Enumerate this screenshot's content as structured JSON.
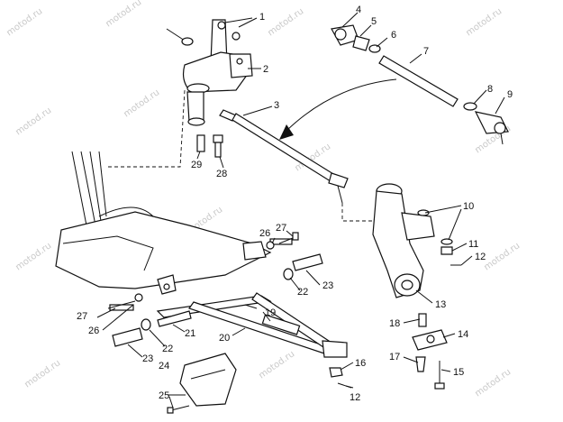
{
  "watermark": "motod.ru",
  "callouts": [
    {
      "id": "c1",
      "label": "1"
    },
    {
      "id": "c2",
      "label": "2"
    },
    {
      "id": "c3",
      "label": "3"
    },
    {
      "id": "c4",
      "label": "4"
    },
    {
      "id": "c5",
      "label": "5"
    },
    {
      "id": "c6",
      "label": "6"
    },
    {
      "id": "c7",
      "label": "7"
    },
    {
      "id": "c8",
      "label": "8"
    },
    {
      "id": "c9",
      "label": "9"
    },
    {
      "id": "c10",
      "label": "10"
    },
    {
      "id": "c11",
      "label": "11"
    },
    {
      "id": "c12a",
      "label": "12"
    },
    {
      "id": "c12b",
      "label": "12"
    },
    {
      "id": "c13",
      "label": "13"
    },
    {
      "id": "c14",
      "label": "14"
    },
    {
      "id": "c15",
      "label": "15"
    },
    {
      "id": "c16",
      "label": "16"
    },
    {
      "id": "c17",
      "label": "17"
    },
    {
      "id": "c18",
      "label": "18"
    },
    {
      "id": "c19",
      "label": "19"
    },
    {
      "id": "c20",
      "label": "20"
    },
    {
      "id": "c21",
      "label": "21"
    },
    {
      "id": "c22a",
      "label": "22"
    },
    {
      "id": "c22b",
      "label": "22"
    },
    {
      "id": "c23a",
      "label": "23"
    },
    {
      "id": "c23b",
      "label": "23"
    },
    {
      "id": "c24",
      "label": "24"
    },
    {
      "id": "c25",
      "label": "25"
    },
    {
      "id": "c26a",
      "label": "26"
    },
    {
      "id": "c26b",
      "label": "26"
    },
    {
      "id": "c27a",
      "label": "27"
    },
    {
      "id": "c27b",
      "label": "27"
    },
    {
      "id": "c28",
      "label": "28"
    },
    {
      "id": "c29",
      "label": "29"
    }
  ]
}
